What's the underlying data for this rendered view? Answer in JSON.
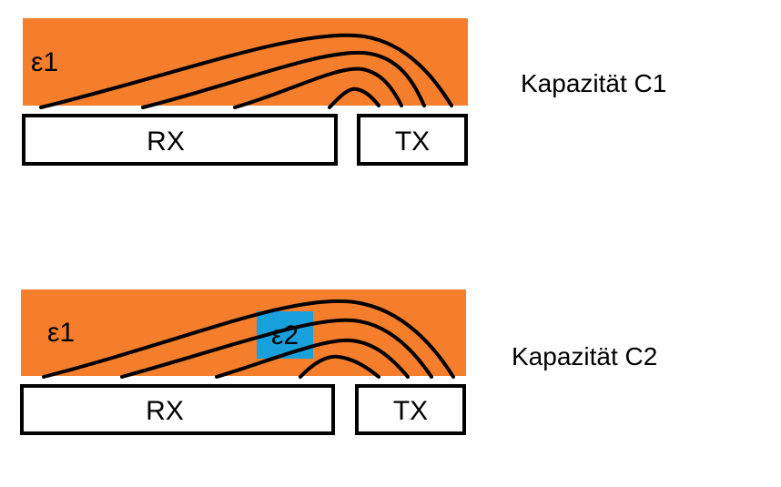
{
  "colors": {
    "dielectric1": "#f47e2b",
    "dielectric2": "#17a0dc",
    "stroke": "#000000",
    "background": "#ffffff"
  },
  "diagram1": {
    "dielectric_label": "ε1",
    "rx_label": "RX",
    "tx_label": "TX",
    "caption": "Kapazität C1"
  },
  "diagram2": {
    "dielectric_label": "ε1",
    "insert_label": "ε2",
    "rx_label": "RX",
    "tx_label": "TX",
    "caption": "Kapazität C2"
  }
}
